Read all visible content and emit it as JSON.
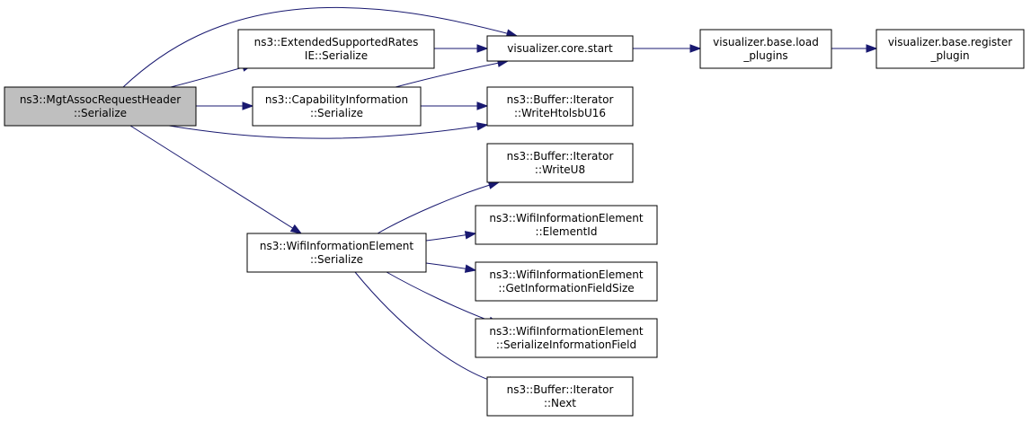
{
  "graph": {
    "nodes": [
      {
        "id": "mgt",
        "lines": [
          "ns3::MgtAssocRequestHeader",
          "::Serialize"
        ],
        "root": true
      },
      {
        "id": "ext",
        "lines": [
          "ns3::ExtendedSupportedRates",
          "IE::Serialize"
        ]
      },
      {
        "id": "cap",
        "lines": [
          "ns3::CapabilityInformation",
          "::Serialize"
        ]
      },
      {
        "id": "wie",
        "lines": [
          "ns3::WifiInformationElement",
          "::Serialize"
        ]
      },
      {
        "id": "vcs",
        "lines": [
          "visualizer.core.start"
        ]
      },
      {
        "id": "vbl",
        "lines": [
          "visualizer.base.load",
          "_plugins"
        ]
      },
      {
        "id": "vbr",
        "lines": [
          "visualizer.base.register",
          "_plugin"
        ]
      },
      {
        "id": "whu",
        "lines": [
          "ns3::Buffer::Iterator",
          "::WriteHtolsbU16"
        ]
      },
      {
        "id": "wu8",
        "lines": [
          "ns3::Buffer::Iterator",
          "::WriteU8"
        ]
      },
      {
        "id": "eid",
        "lines": [
          "ns3::WifiInformationElement",
          "::ElementId"
        ]
      },
      {
        "id": "gif",
        "lines": [
          "ns3::WifiInformationElement",
          "::GetInformationFieldSize"
        ]
      },
      {
        "id": "sif",
        "lines": [
          "ns3::WifiInformationElement",
          "::SerializeInformationField"
        ]
      },
      {
        "id": "nxt",
        "lines": [
          "ns3::Buffer::Iterator",
          "::Next"
        ]
      }
    ],
    "edges": [
      {
        "from": "mgt",
        "to": "ext"
      },
      {
        "from": "mgt",
        "to": "cap"
      },
      {
        "from": "mgt",
        "to": "wie"
      },
      {
        "from": "mgt",
        "to": "vcs"
      },
      {
        "from": "mgt",
        "to": "whu"
      },
      {
        "from": "ext",
        "to": "vcs"
      },
      {
        "from": "cap",
        "to": "vcs"
      },
      {
        "from": "cap",
        "to": "whu"
      },
      {
        "from": "vcs",
        "to": "vbl"
      },
      {
        "from": "vbl",
        "to": "vbr"
      },
      {
        "from": "wie",
        "to": "wu8"
      },
      {
        "from": "wie",
        "to": "eid"
      },
      {
        "from": "wie",
        "to": "gif"
      },
      {
        "from": "wie",
        "to": "sif"
      },
      {
        "from": "wie",
        "to": "nxt"
      }
    ]
  }
}
